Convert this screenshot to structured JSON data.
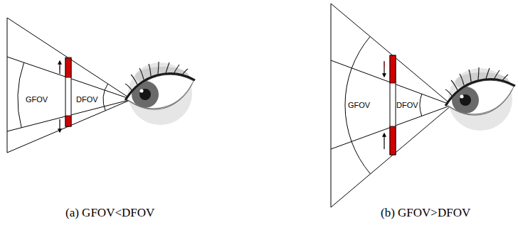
{
  "diagram": {
    "labels": [
      "GFOV",
      "DFOV",
      "(a) GFOV<DFOV",
      "GFOV",
      "DFOV",
      "(b) GFOV>DFOV"
    ]
  }
}
